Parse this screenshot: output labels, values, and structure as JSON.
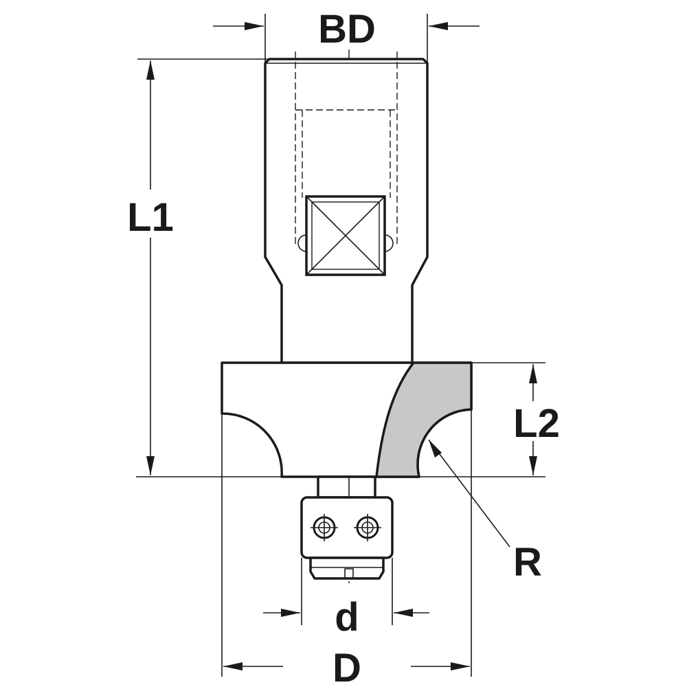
{
  "labels": {
    "bore_diameter": "BD",
    "overall_length": "L1",
    "cutting_length": "L2",
    "radius": "R",
    "bearing_diameter": "d",
    "cutting_diameter": "D"
  },
  "colors": {
    "line": "#1a1a1a",
    "cutting_edge": "#c8c8c8",
    "background": "#ffffff"
  }
}
